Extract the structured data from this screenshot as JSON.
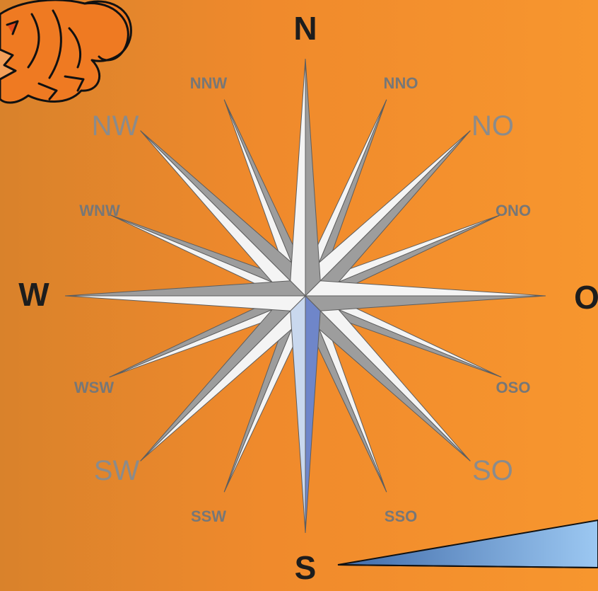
{
  "compass": {
    "labels": {
      "n": "N",
      "s": "S",
      "w": "W",
      "o": "O",
      "nw": "NW",
      "no": "NO",
      "sw": "SW",
      "so": "SO",
      "nnw": "NNW",
      "nno": "NNO",
      "wnw": "WNW",
      "ono": "ONO",
      "wsw": "WSW",
      "oso": "OSO",
      "ssw": "SSW",
      "sso": "SSO"
    },
    "colors": {
      "background": "#f08a2c",
      "star_light": "#f4f4f4",
      "star_shade": "#9d9d9d",
      "south_needle": "#6f86c9",
      "pointer": "#8fb8e8",
      "cardinal_text": "#1d1d1d",
      "intercardinal_text": "#8b8b8b"
    }
  },
  "decoration": {
    "mascot": "orange-dragon-cartoon",
    "pointer": "blue-triangle-pointer"
  }
}
